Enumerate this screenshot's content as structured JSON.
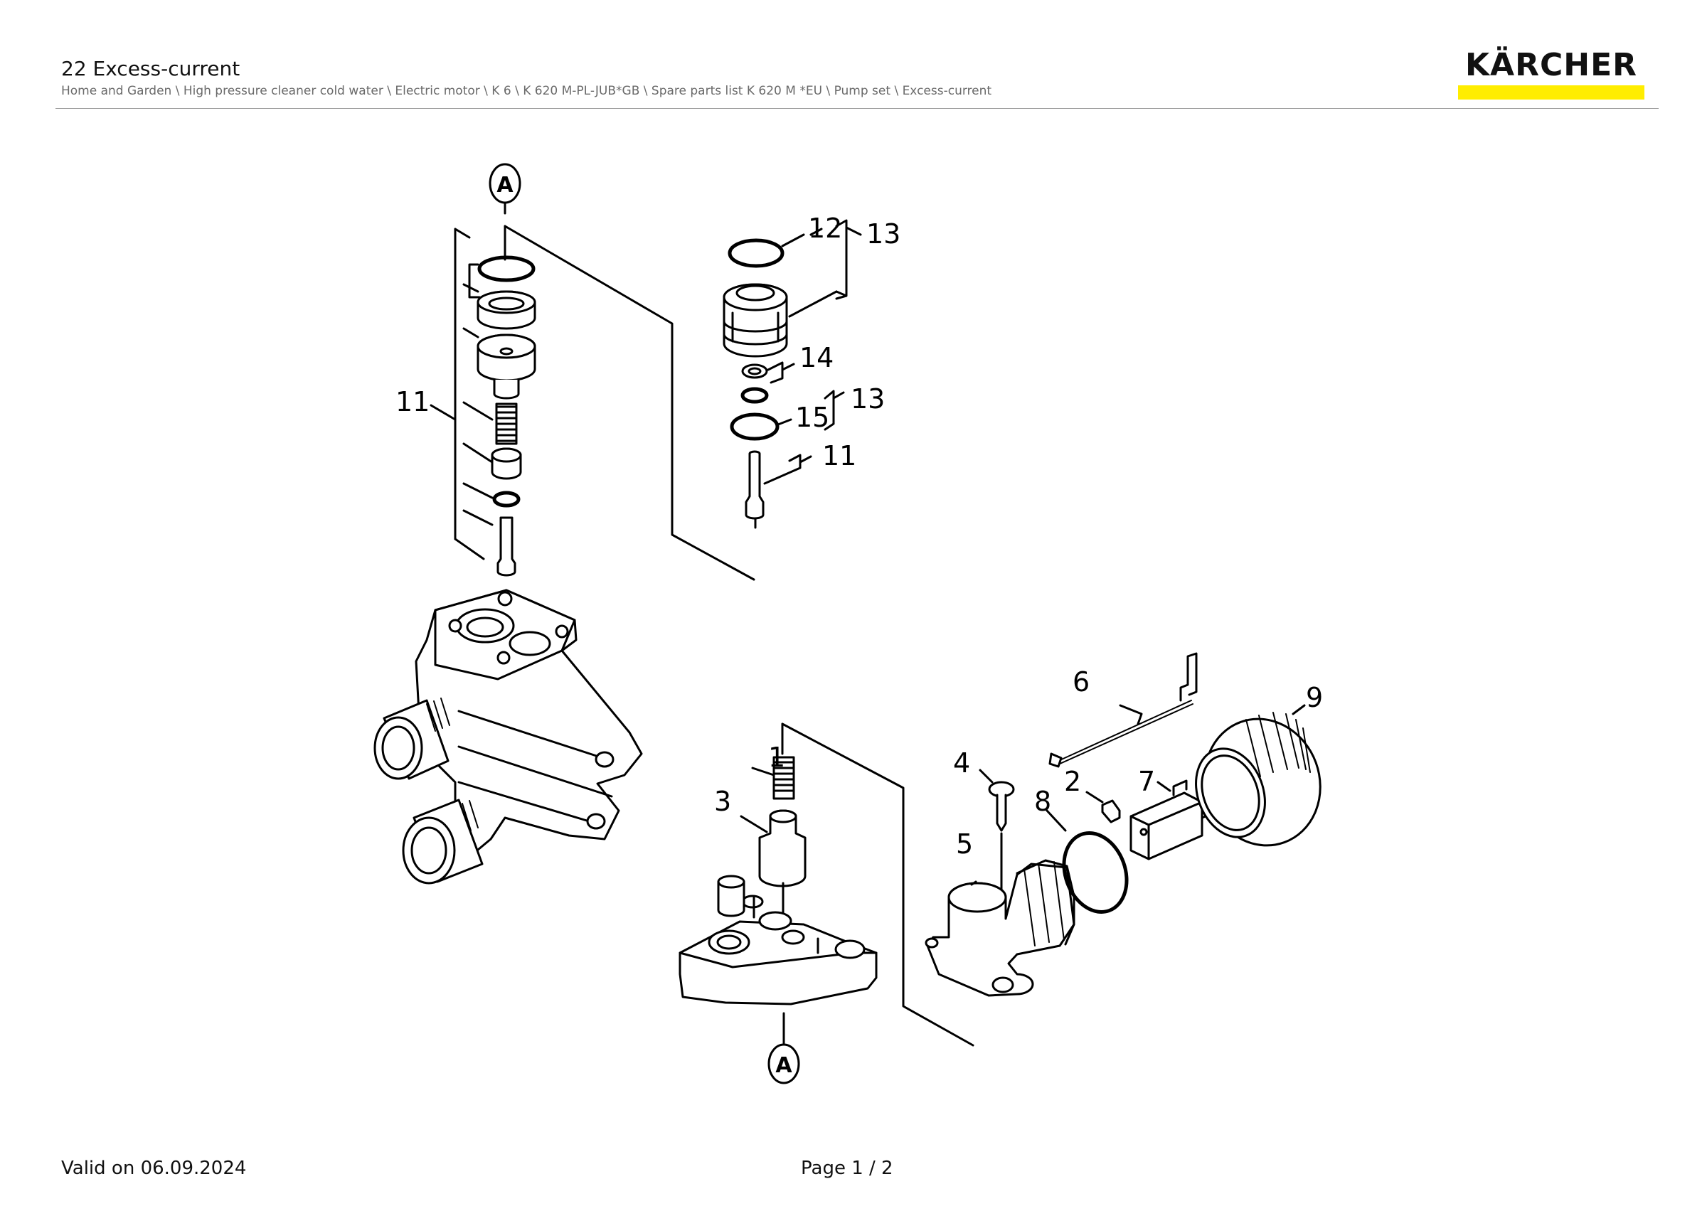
{
  "header": {
    "title": "22 Excess-current",
    "breadcrumb": "Home and Garden \\ High pressure cleaner cold water \\ Electric motor \\ K 6 \\ K 620 M-PL-JUB*GB \\ Spare parts list K 620 M *EU \\ Pump set \\ Excess-current"
  },
  "brand": {
    "name": "KÄRCHER",
    "accent_color": "#ffed00"
  },
  "diagram": {
    "callouts": {
      "c1": "1",
      "c2": "2",
      "c3": "3",
      "c4": "4",
      "c5": "5",
      "c6": "6",
      "c7": "7",
      "c8": "8",
      "c9": "9",
      "c11a": "11",
      "c11b": "11",
      "c12": "12",
      "c13a": "13",
      "c13b": "13",
      "c14": "14",
      "c15": "15"
    },
    "marker_top": "A",
    "marker_bottom": "A"
  },
  "footer": {
    "valid": "Valid on 06.09.2024",
    "page": "Page 1 / 2"
  }
}
